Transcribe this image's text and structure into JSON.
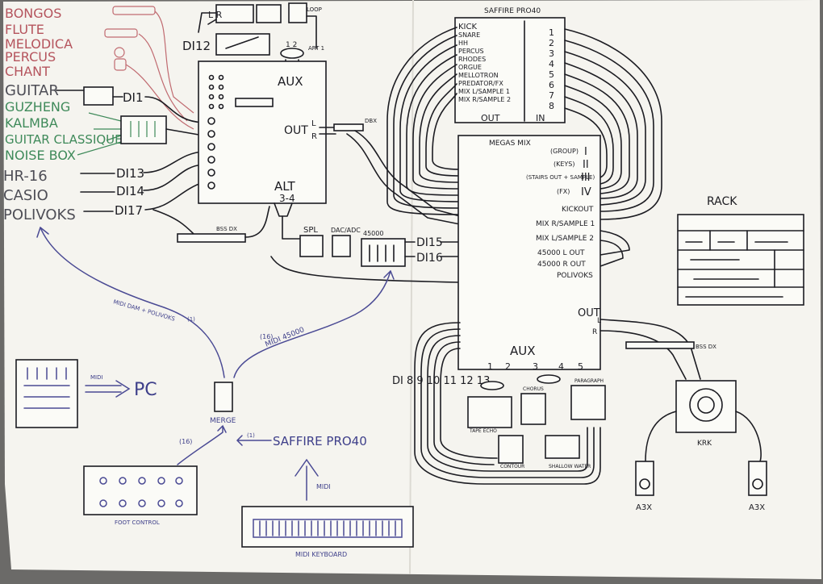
{
  "instruments_left": {
    "red": [
      "BONGOS",
      "FLUTE",
      "MELODICA",
      "PERCUS",
      "CHANT"
    ],
    "green": [
      "GUITAR",
      "GUZHENG",
      "KALMBA",
      "GUITAR CLASSIQUE",
      "NOISE BOX"
    ],
    "gray": [
      "HR-16",
      "CASIO",
      "POLIVOKS"
    ]
  },
  "di_labels": {
    "di1": "DI1",
    "di12": "DI12",
    "di13": "DI13",
    "di14": "DI14",
    "di17": "DI17",
    "di15": "DI15",
    "di16": "DI16",
    "di_bottom": "DI 8 9 10 11 12 13"
  },
  "left_mixer": {
    "aux": "AUX",
    "out": "OUT",
    "l": "L",
    "r": "R",
    "alt": "ALT",
    "alt_range": "3-4"
  },
  "saffire": {
    "title": "SAFFIRE PRO40",
    "channels": [
      "KICK",
      "SNARE",
      "HH",
      "PERCUS",
      "RHODES",
      "ORGUE",
      "MELLOTRON",
      "PREDATOR/FX",
      "MIX L/SAMPLE 1",
      "MIX R/SAMPLE 2"
    ],
    "numbers": [
      "1",
      "2",
      "3",
      "4",
      "5",
      "6",
      "7",
      "8"
    ],
    "out": "OUT",
    "in": "IN"
  },
  "megas_mix": {
    "title": "MEGAS MIX",
    "groups": [
      {
        "name": "(GROUP)",
        "num": "I"
      },
      {
        "name": "(KEYS)",
        "num": "II"
      },
      {
        "name": "(STAIRS OUT + SAMPLE)",
        "num": "III"
      },
      {
        "name": "(FX)",
        "num": "IV"
      }
    ],
    "inputs": [
      "KICKOUT",
      "MIX R/SAMPLE 1",
      "MIX L/SAMPLE 2",
      "45000 L OUT",
      "45000 R OUT",
      "POLIVOKS"
    ],
    "aux": "AUX",
    "aux_numbers": [
      "1",
      "2",
      "3",
      "4",
      "5"
    ],
    "out": "OUT",
    "l": "L",
    "r": "R"
  },
  "small_labels": {
    "spl": "SPL",
    "dac": "DAC/ADC",
    "unit45000": "45000",
    "bss_left": "BSS DX",
    "bss_right": "BSS DX",
    "dbx": "DBX",
    "art": "ART 1",
    "aux_12": "1  2",
    "loop": "LOOP",
    "lr": "L R"
  },
  "rack": {
    "title": "RACK"
  },
  "monitors": {
    "krk": "KRK",
    "a3x_left": "A3X",
    "a3x_right": "A3X"
  },
  "pedals": {
    "tape": "TAPE ECHO",
    "chorus": "CHORUS",
    "paragraph": "PARAGRAPH",
    "contour": "CONTOUR",
    "shallow_water": "SHALLOW WATER"
  },
  "midi": {
    "dam_poly": "MIDI DAM + POLIVOKS",
    "n1": "(1)",
    "n16a": "(16)",
    "midi_45000": "MIDI 45000",
    "midi_pc": "MIDI",
    "pc": "PC",
    "merge": "MERGE",
    "n16b": "(16)",
    "n1b": "(1)",
    "saffire": "SAFFIRE PRO40",
    "midi_kb": "MIDI",
    "foot": "FOOT CONTROL",
    "keyboard": "MIDI KEYBOARD"
  }
}
